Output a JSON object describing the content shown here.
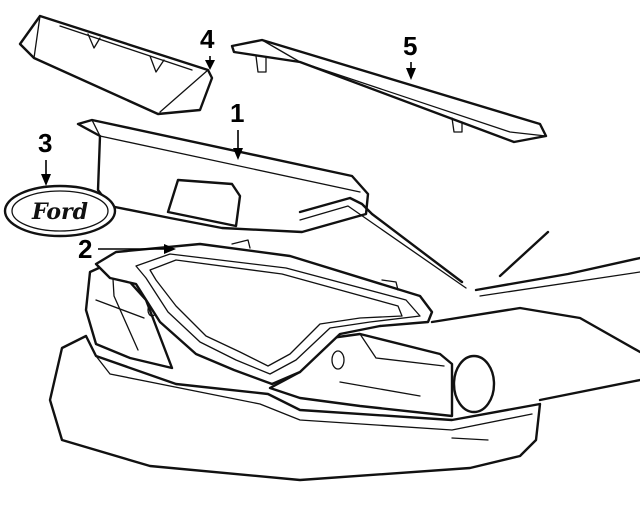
{
  "callouts": [
    {
      "id": "1",
      "label": "1"
    },
    {
      "id": "2",
      "label": "2"
    },
    {
      "id": "3",
      "label": "3"
    },
    {
      "id": "4",
      "label": "4"
    },
    {
      "id": "5",
      "label": "5"
    }
  ],
  "emblem_text": "Ford"
}
